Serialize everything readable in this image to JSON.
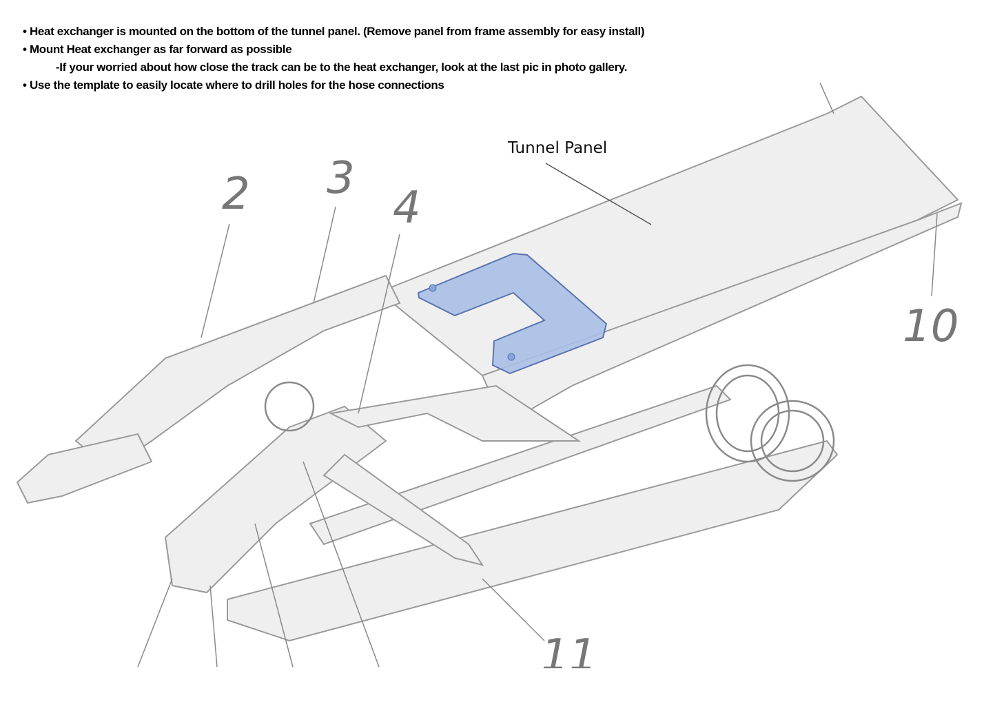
{
  "instructions": [
    {
      "bullet": "•",
      "text": "Heat exchanger is mounted on the bottom of the tunnel panel. (Remove panel from frame assembly for easy install)"
    },
    {
      "bullet": "•",
      "text": "Mount Heat exchanger as far forward as possible"
    },
    {
      "bullet": "",
      "text": "-If your worried about how close the track can be to the heat exchanger, look at the last pic in photo gallery."
    },
    {
      "bullet": "•",
      "text": "Use the template to easily locate where to drill holes for the hose connections"
    }
  ],
  "diagram": {
    "callout": "Tunnel Panel",
    "part_numbers": [
      "2",
      "3",
      "4",
      "10",
      "11"
    ],
    "colors": {
      "heat_exchanger": "#a9bfe6",
      "heat_exchanger_edge": "#5a74b0",
      "frame": "#efefef",
      "frame_edge": "#9a9a9a"
    }
  }
}
